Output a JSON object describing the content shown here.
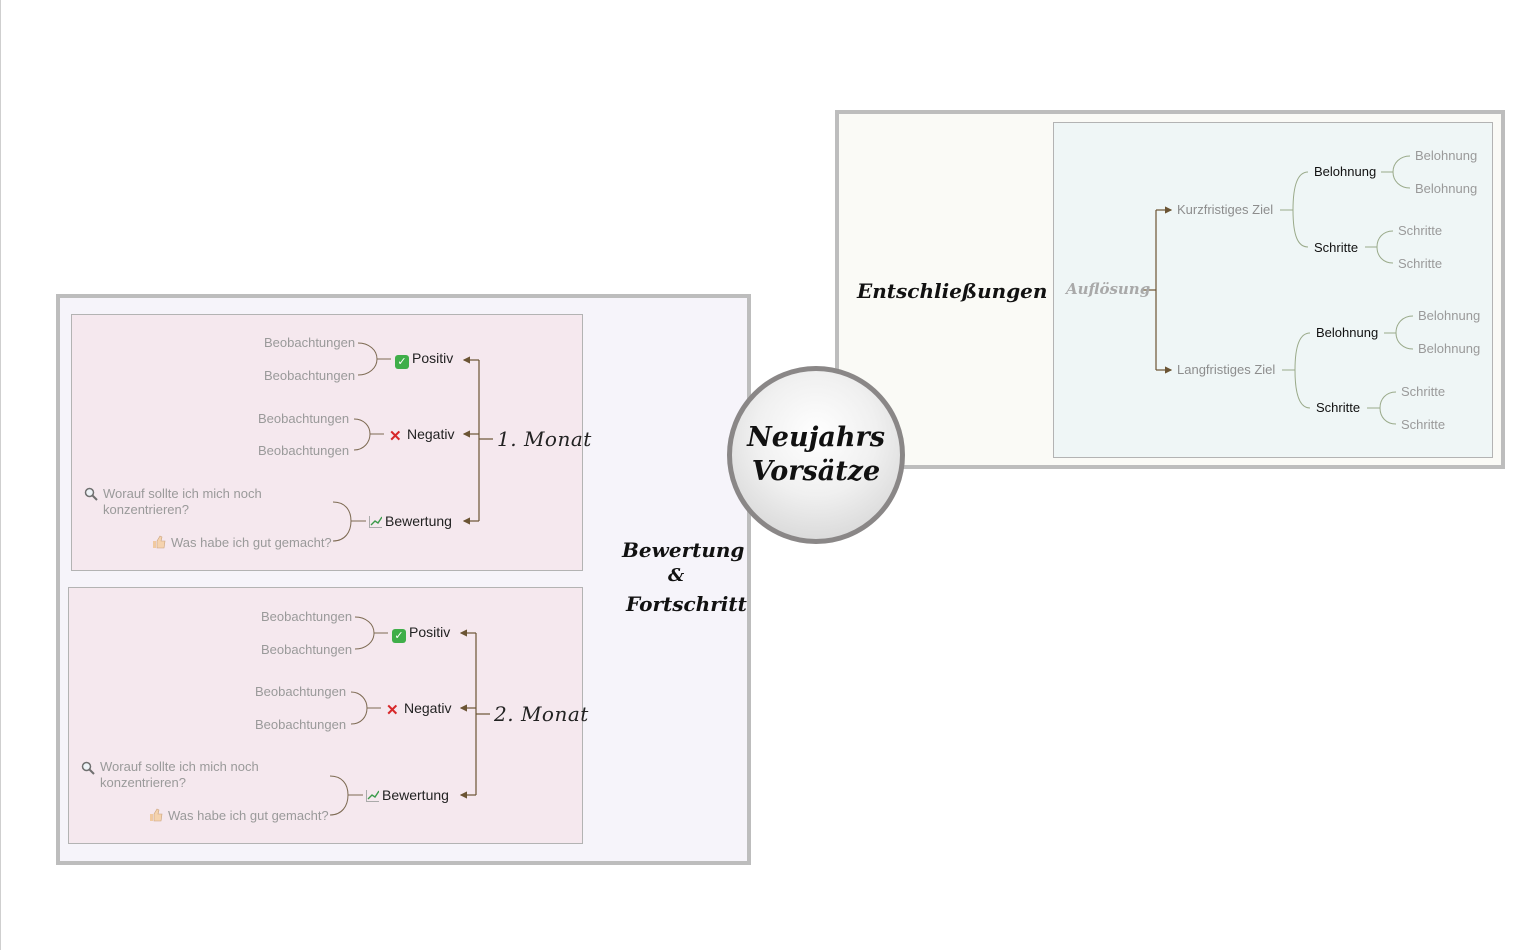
{
  "center": {
    "line1": "Neujahrs",
    "line2": "Vorsätze"
  },
  "left_section": {
    "title_line1": "Bewertung",
    "title_line2": "&",
    "title_line3": "Fortschritt",
    "months": [
      {
        "label": "1. Monat",
        "positive": {
          "label": "Positiv",
          "icon": "check-mark-icon",
          "items": [
            "Beobachtungen",
            "Beobachtungen"
          ]
        },
        "negative": {
          "label": "Negativ",
          "icon": "cross-mark-icon",
          "items": [
            "Beobachtungen",
            "Beobachtungen"
          ]
        },
        "review": {
          "label": "Bewertung",
          "icon": "chart-increasing-icon",
          "items": [
            {
              "icon": "magnifier-icon",
              "line1": "Worauf sollte ich mich noch",
              "line2": "konzentrieren?"
            },
            {
              "icon": "thumbs-up-icon",
              "line1": "Was habe ich gut gemacht?"
            }
          ]
        }
      },
      {
        "label": "2. Monat",
        "positive": {
          "label": "Positiv",
          "icon": "check-mark-icon",
          "items": [
            "Beobachtungen",
            "Beobachtungen"
          ]
        },
        "negative": {
          "label": "Negativ",
          "icon": "cross-mark-icon",
          "items": [
            "Beobachtungen",
            "Beobachtungen"
          ]
        },
        "review": {
          "label": "Bewertung",
          "icon": "chart-increasing-icon",
          "items": [
            {
              "icon": "magnifier-icon",
              "line1": "Worauf sollte ich mich noch",
              "line2": "konzentrieren?"
            },
            {
              "icon": "thumbs-up-icon",
              "line1": "Was habe ich gut gemacht?"
            }
          ]
        }
      }
    ]
  },
  "right_section": {
    "title": "Entschließungen",
    "root": "Auflösung",
    "goals": [
      {
        "label": "Kurzfristiges Ziel",
        "reward": {
          "label": "Belohnung",
          "items": [
            "Belohnung",
            "Belohnung"
          ]
        },
        "steps": {
          "label": "Schritte",
          "items": [
            "Schritte",
            "Schritte"
          ]
        }
      },
      {
        "label": "Langfristiges Ziel",
        "reward": {
          "label": "Belohnung",
          "items": [
            "Belohnung",
            "Belohnung"
          ]
        },
        "steps": {
          "label": "Schritte",
          "items": [
            "Schritte",
            "Schritte"
          ]
        }
      }
    ]
  },
  "colors": {
    "connector": "#6b5433",
    "left_frame": "#f6f4fa",
    "month_panel": "#f5e8ee",
    "right_frame": "#fafaf6",
    "right_panel": "#eff6f6",
    "border": "#bdbdbd"
  }
}
